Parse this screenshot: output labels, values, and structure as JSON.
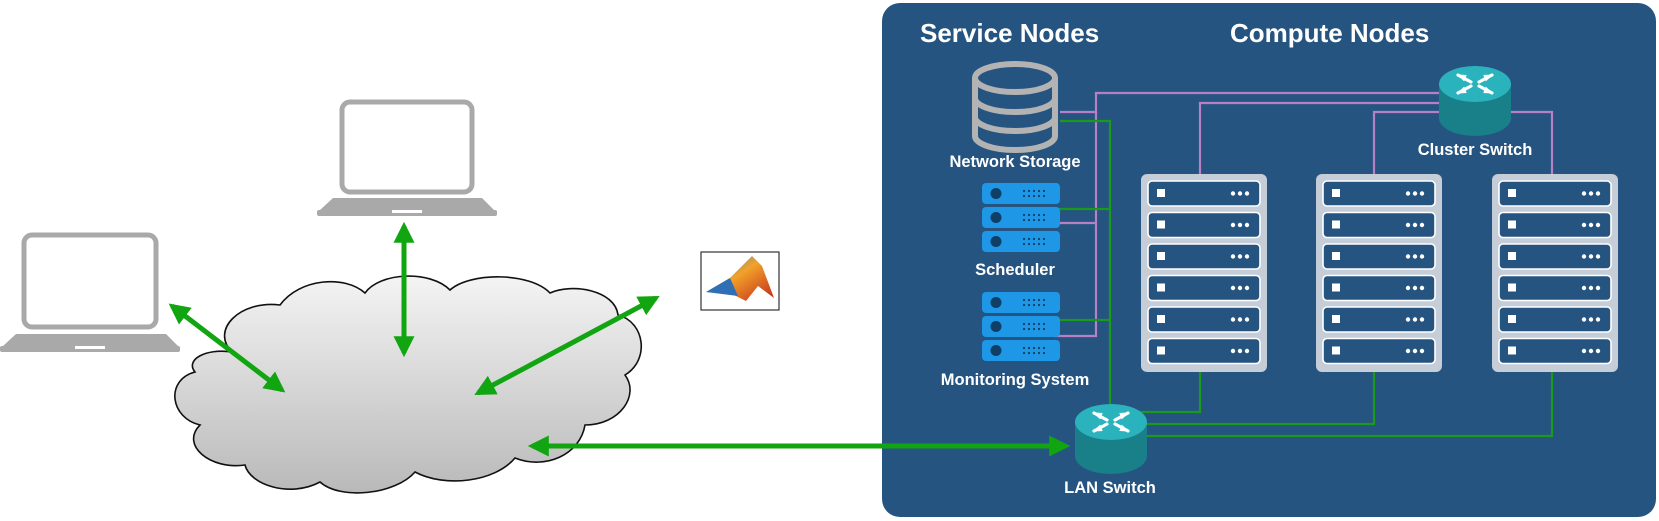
{
  "colors": {
    "panel": "#265480",
    "panel_edge": "#1f4a73",
    "network_link": "#1a9a1a",
    "cluster_link": "#b77fc4",
    "client_arrow": "#11a511",
    "device_teal": "#2bb3bd",
    "device_teal_dark": "#197f89",
    "server_blue": "#1e97e6",
    "rack_frame": "#c5ced8",
    "laptop_gray": "#a9a9a9",
    "storage_gray": "#b3b3b3",
    "cloud_top": "#f4f4f4",
    "cloud_bottom": "#b9b9b9"
  },
  "panel": {
    "service_title": "Service Nodes",
    "compute_title": "Compute Nodes"
  },
  "service_nodes": {
    "storage_label": "Network Storage",
    "scheduler_label": "Scheduler",
    "monitoring_label": "Monitoring System"
  },
  "switches": {
    "cluster_label": "Cluster Switch",
    "lan_label": "LAN Switch"
  },
  "compute_nodes": {
    "rack_count": 3,
    "units_per_rack": 6
  },
  "client_side": {
    "laptop_count": 2,
    "icons": [
      "laptop-icon",
      "laptop-icon",
      "cloud-icon",
      "matlab-logo-icon"
    ]
  }
}
